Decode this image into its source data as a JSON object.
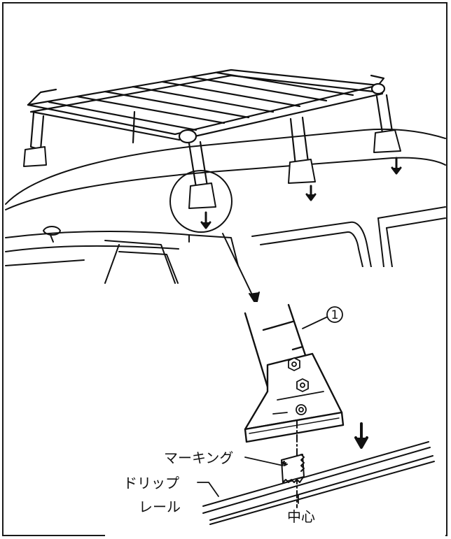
{
  "diagram": {
    "callout_number": "1",
    "labels": {
      "marking": "マーキング",
      "drip_rail_line1": "ドリップ",
      "drip_rail_line2": "レール",
      "center": "中心"
    }
  }
}
